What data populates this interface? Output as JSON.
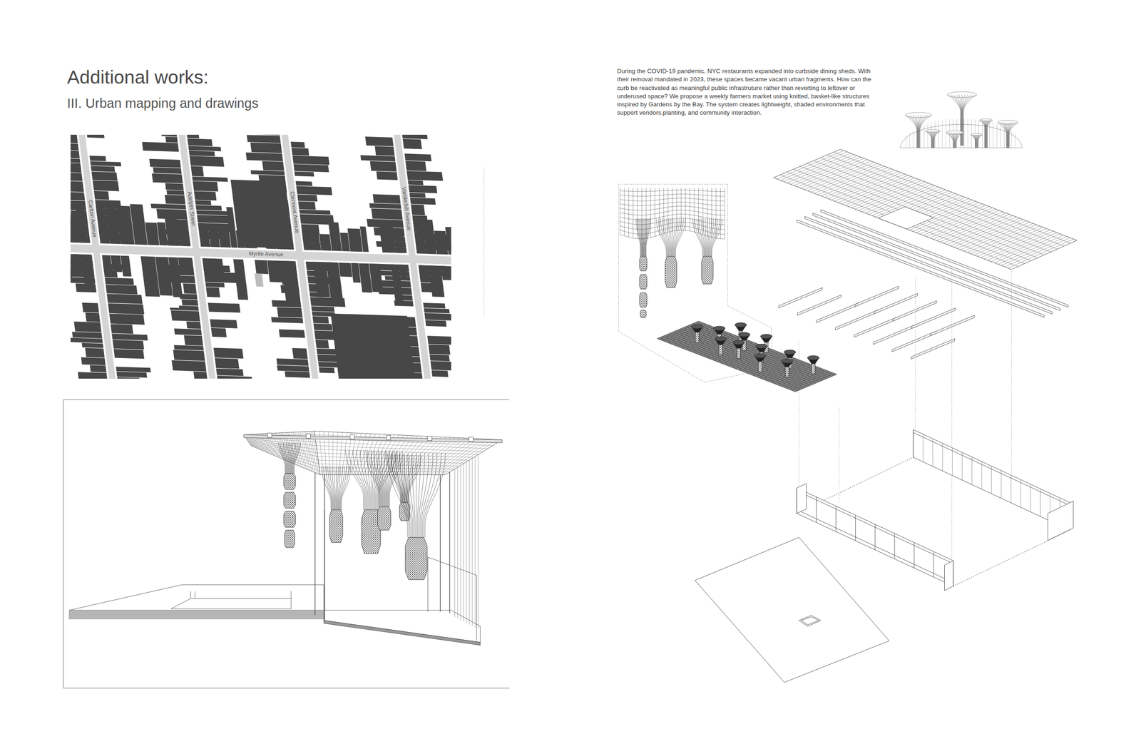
{
  "diagram": {
    "title": "Additional works:",
    "labels": [
      "III. Urban mapping and drawings",
      "Carlton Avenue",
      "Adelphi Street",
      "Clermont Avenue",
      "Vanderbilt Avenue",
      "Myrtle Avenue",
      "During the COVID-19 pandemic, NYC restaurants expanded into curbside dining sheds. With their removal mandated in 2023, these spaces became vacant urban fragments. How can the curb be reactivated as meaningful public infrastruture rather than reverting to leftover or underused space? We propose a weekly farmers market using knitted, basket-like structures inspired by Gardens by the Bay. The system creates lightweight, shaded environments that support vendors,planting, and community interaction."
    ]
  }
}
